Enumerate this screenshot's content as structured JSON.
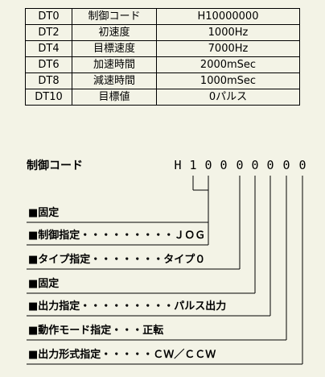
{
  "table": {
    "rows": [
      [
        "DT0",
        "制御コード",
        "H10000000"
      ],
      [
        "DT2",
        "初速度",
        "1000Hz"
      ],
      [
        "DT4",
        "目標速度",
        "7000Hz"
      ],
      [
        "DT6",
        "加速時間",
        "2000mSec"
      ],
      [
        "DT8",
        "減速時間",
        "1000mSec"
      ],
      [
        "DT10",
        "目標値",
        "0パルス"
      ]
    ]
  },
  "diagram": {
    "title": "制御コード",
    "digits": [
      "H",
      "1",
      "0",
      "0",
      "0",
      "0",
      "0",
      "0",
      "0"
    ],
    "labels": [
      "■固定",
      "■制御指定・・・・・・・・・ＪＯＧ",
      "■タイプ指定・・・・・・・タイプ０",
      "■固定",
      "■出力指定・・・・・・・・・パルス出力",
      "■動作モード指定・・・正転",
      "■出力形式指定・・・・・ＣＷ／ＣＣＷ"
    ]
  }
}
